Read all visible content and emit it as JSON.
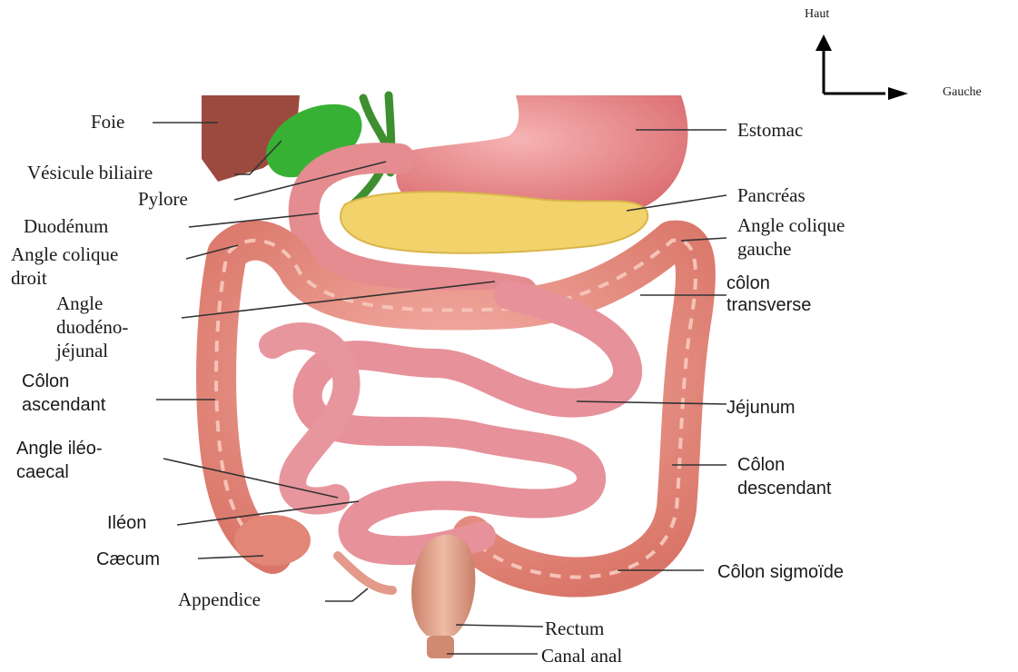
{
  "orientation": {
    "up": "Haut",
    "right": "Gauche"
  },
  "labels": {
    "foie": "Foie",
    "vesicule": "Vésicule biliaire",
    "pylore": "Pylore",
    "duodenum": "Duodénum",
    "angle_colique_droit_1": "Angle colique",
    "angle_colique_droit_2": "droit",
    "angle_dj_1": "Angle",
    "angle_dj_2": "duodéno-",
    "angle_dj_3": "jéjunal",
    "colon_asc_1": "Côlon",
    "colon_asc_2": "ascendant",
    "angle_ileo_1": "Angle iléo-",
    "angle_ileo_2": "caecal",
    "ileon": "Iléon",
    "caecum": "Cæcum",
    "appendice": "Appendice",
    "estomac": "Estomac",
    "pancreas": "Pancréas",
    "angle_colique_gauche_1": "Angle colique",
    "angle_colique_gauche_2": "gauche",
    "colon_transverse_1": "côlon",
    "colon_transverse_2": "transverse",
    "jejunum": "Jéjunum",
    "colon_desc_1": "Côlon",
    "colon_desc_2": "descendant",
    "colon_sigmoide": "Côlon sigmoïde",
    "rectum": "Rectum",
    "canal_anal": "Canal anal"
  },
  "colors": {
    "liver": "#9c4a3f",
    "gallbladder": "#3db43a",
    "stomach": "#e8888a",
    "pancreas": "#f2d36b",
    "colon": "#e99187",
    "small_intestine": "#e7919a",
    "rectum": "#d9987f",
    "leader_line": "#333333"
  }
}
